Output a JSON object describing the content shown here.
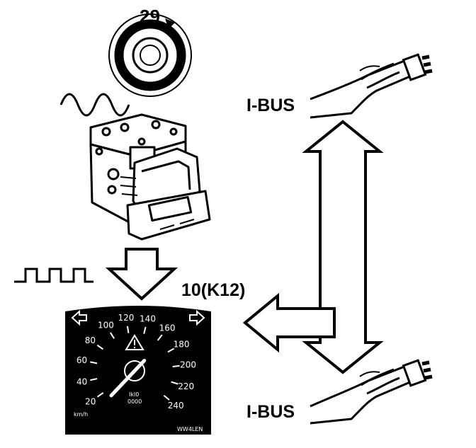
{
  "labels": {
    "wheel_sensor": "29",
    "control_module": "10(K12)",
    "bus_top": "I-BUS",
    "bus_bottom": "I-BUS"
  },
  "speedometer": {
    "ticks": [
      "20",
      "40",
      "60",
      "80",
      "100",
      "120",
      "140",
      "160",
      "180",
      "200",
      "220",
      "240"
    ],
    "needle_value": 10,
    "unit_left": "km/h",
    "center_text": [
      "Ikl0",
      "0000"
    ],
    "bottom_right_text": "WW4LEN",
    "indicator_left": "turn-left-arrow-icon",
    "indicator_right": "turn-right-arrow-icon",
    "warning_symbol": "warning-triangle-icon"
  },
  "colors": {
    "ink": "#000000",
    "paper": "#ffffff",
    "dial_face": "#000000"
  }
}
